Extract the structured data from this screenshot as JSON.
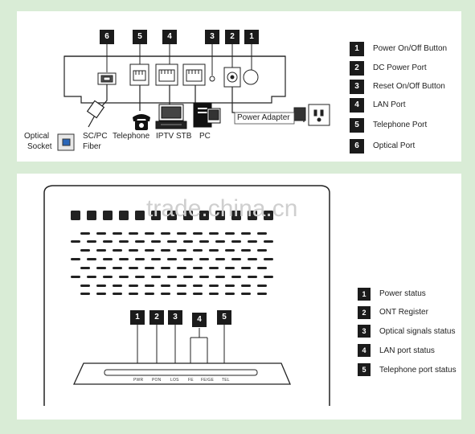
{
  "top": {
    "port_badges": [
      "6",
      "5",
      "4",
      "3",
      "2",
      "1"
    ],
    "legend": [
      {
        "num": "1",
        "label": "Power On/Off Button"
      },
      {
        "num": "2",
        "label": "DC Power Port"
      },
      {
        "num": "3",
        "label": "Reset On/Off Button"
      },
      {
        "num": "4",
        "label": "LAN Port"
      },
      {
        "num": "5",
        "label": "Telephone Port"
      },
      {
        "num": "6",
        "label": "Optical Port"
      }
    ],
    "labels": {
      "optical_socket_1": "Optical",
      "optical_socket_2": "Socket",
      "fiber_1": "SC/PC",
      "fiber_2": "Fiber",
      "telephone": "Telephone",
      "iptv": "IPTV STB",
      "pc": "PC",
      "power_adapter": "Power Adapter"
    }
  },
  "bottom": {
    "watermark": "trade.china.cn",
    "led_badges": [
      "1",
      "2",
      "3",
      "4",
      "5"
    ],
    "led_labels": [
      "PWR",
      "PON",
      "LOS",
      "FE",
      "FE/GE",
      "TEL"
    ],
    "legend": [
      {
        "num": "1",
        "label": "Power status"
      },
      {
        "num": "2",
        "label": "ONT Register"
      },
      {
        "num": "3",
        "label": "Optical signals status"
      },
      {
        "num": "4",
        "label": "LAN port status"
      },
      {
        "num": "5",
        "label": "Telephone port status"
      }
    ]
  }
}
